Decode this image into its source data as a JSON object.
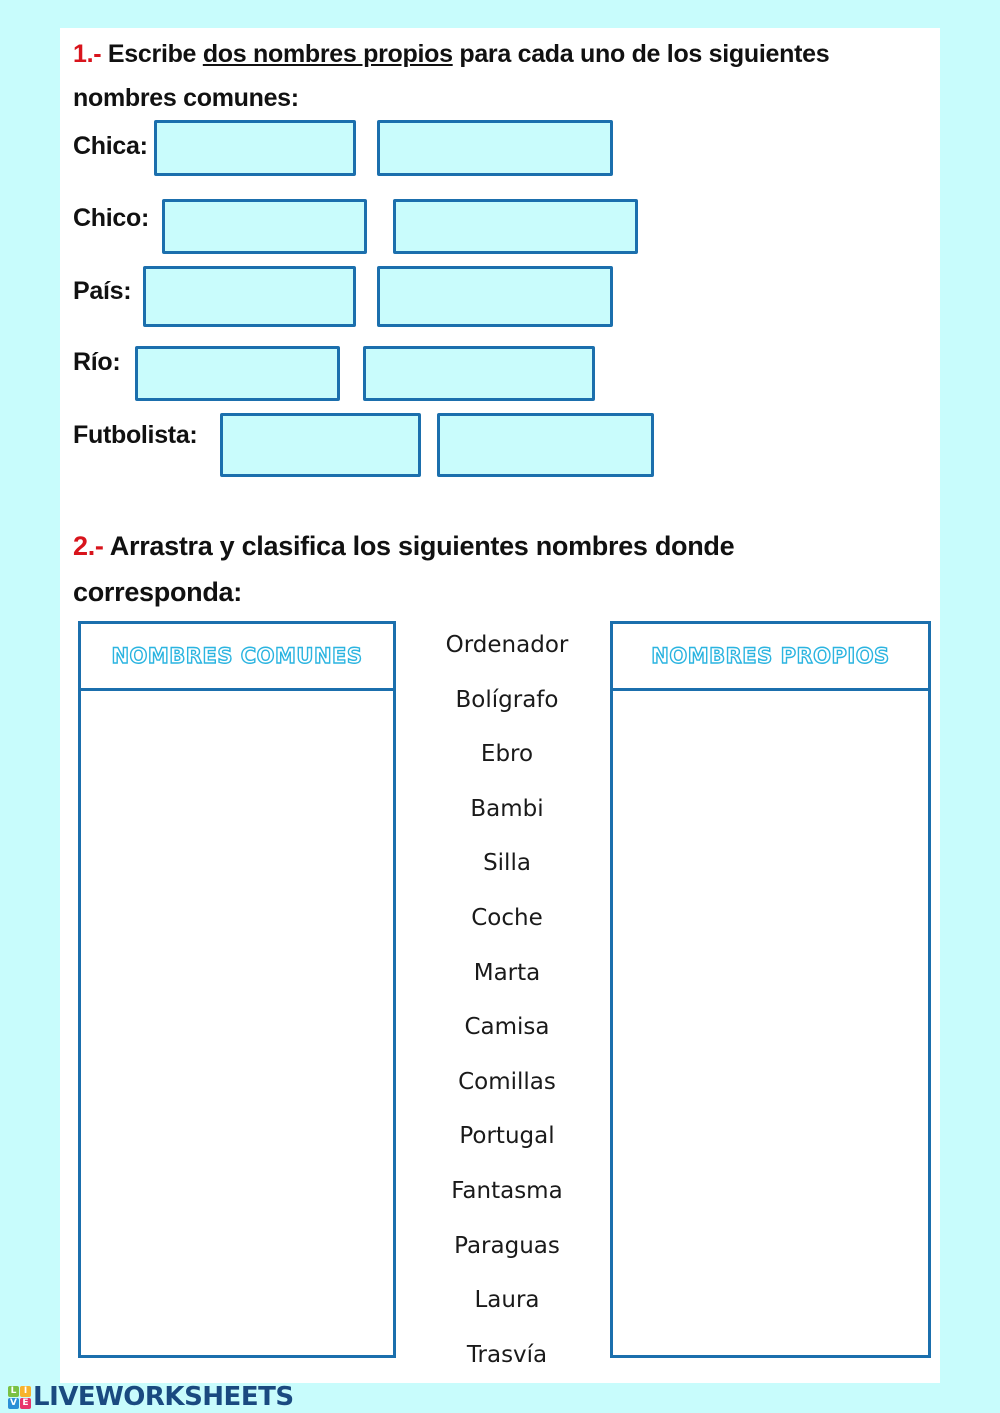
{
  "colors": {
    "background": "#c8fcfc",
    "page": "#ffffff",
    "question_number": "#d8141c",
    "box_border": "#1b6fad",
    "box_fill": "#c9fcfc",
    "column_title": "#2bb4e0",
    "brand": "#1a4a80"
  },
  "question1": {
    "number": "1.-",
    "text_before": " Escribe ",
    "underlined": "dos nombres propios",
    "text_after": " para cada uno de los siguientes",
    "line2": "nombres comunes:",
    "rows": [
      {
        "label": "Chica:",
        "value1": "",
        "value2": ""
      },
      {
        "label": "Chico:",
        "value1": "",
        "value2": ""
      },
      {
        "label": "País:",
        "value1": "",
        "value2": ""
      },
      {
        "label": "Río:",
        "value1": "",
        "value2": ""
      },
      {
        "label": "Futbolista:",
        "value1": "",
        "value2": ""
      }
    ]
  },
  "question2": {
    "number": "2.-",
    "text": " Arrastra y clasifica los siguientes nombres donde",
    "line2": "corresponda:",
    "columns": {
      "left_title": "NOMBRES COMUNES",
      "right_title": "NOMBRES PROPIOS"
    },
    "words": [
      "Ordenador",
      "Bolígrafo",
      "Ebro",
      "Bambi",
      "Silla",
      "Coche",
      "Marta",
      "Camisa",
      "Comillas",
      "Portugal",
      "Fantasma",
      "Paraguas",
      "Laura",
      "Trasvía"
    ]
  },
  "footer": {
    "logo_cells": [
      "L",
      "I",
      "V",
      "E"
    ],
    "brand_text": "LIVEWORKSHEETS"
  }
}
